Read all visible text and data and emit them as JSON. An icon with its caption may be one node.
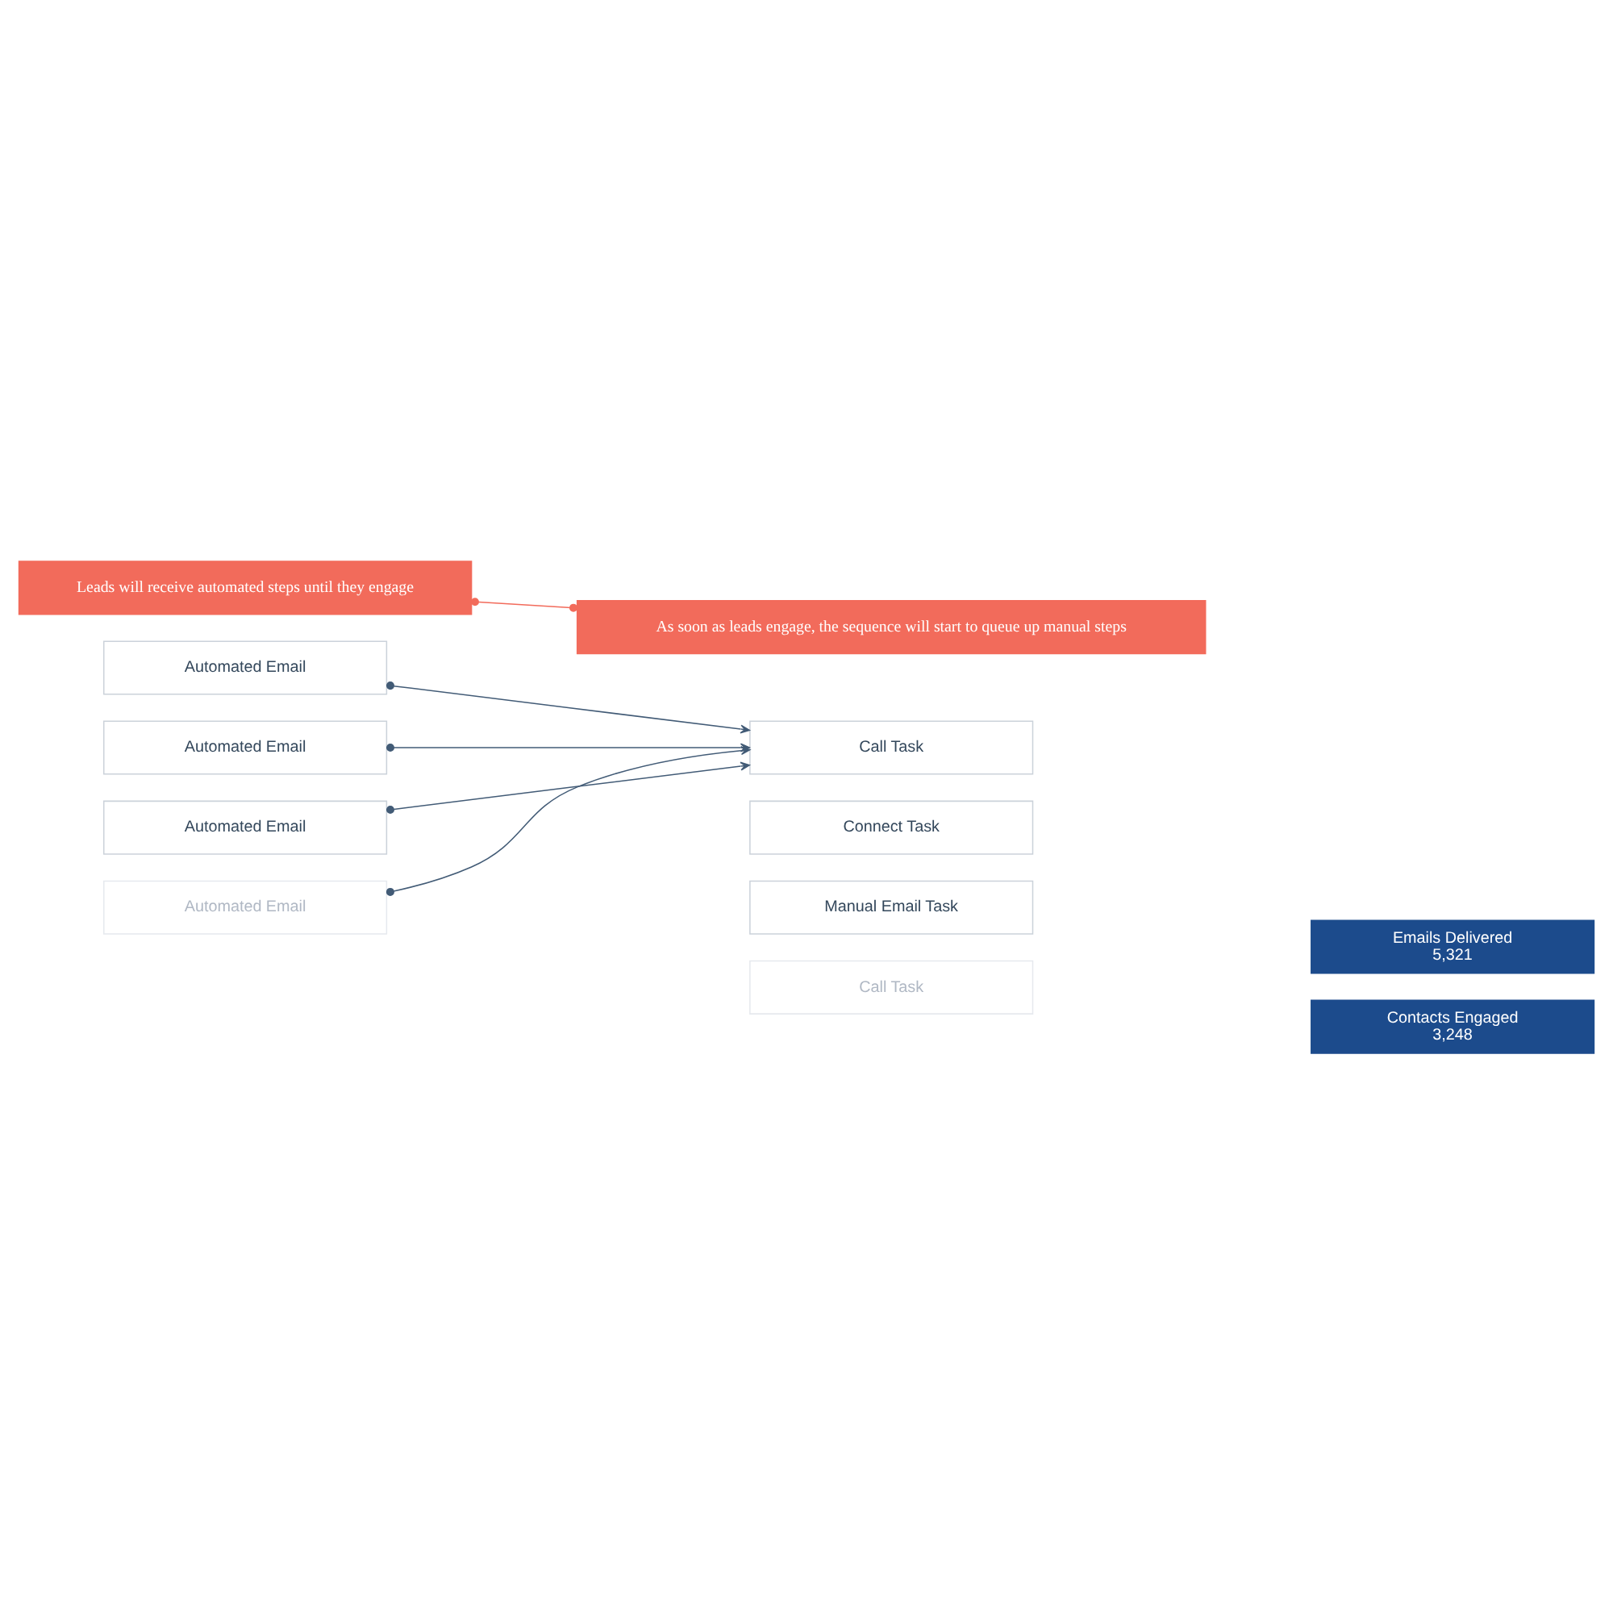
{
  "diagram": {
    "nodes": [
      {
        "text": [
          "Leads will receive automated steps until they engage"
        ]
      },
      {
        "text": [
          "As soon as leads engage, the sequence will start to queue up manual steps"
        ]
      },
      {
        "text": [
          "Automated Email"
        ]
      },
      {
        "text": [
          "Automated Email"
        ]
      },
      {
        "text": [
          "Automated Email"
        ]
      },
      {
        "text": [
          "Automated Email"
        ]
      },
      {
        "text": [
          "Call Task"
        ]
      },
      {
        "text": [
          "Connect Task"
        ]
      },
      {
        "text": [
          "Manual Email Task"
        ]
      },
      {
        "text": [
          "Call Task"
        ]
      },
      {
        "text": [
          "Emails Delivered",
          "5,321"
        ]
      },
      {
        "text": [
          "Contacts Engaged",
          "3,248"
        ]
      }
    ],
    "edges": [
      {
        "from": 0,
        "to": 1,
        "arrow": "other",
        "color": "#f26b5b"
      },
      {
        "from": 2,
        "to": 6,
        "arrow": "to"
      },
      {
        "from": 3,
        "to": 6,
        "arrow": "to"
      },
      {
        "from": 4,
        "to": 6,
        "arrow": "to"
      },
      {
        "from": 5,
        "to": 6,
        "arrow": "to"
      }
    ]
  }
}
